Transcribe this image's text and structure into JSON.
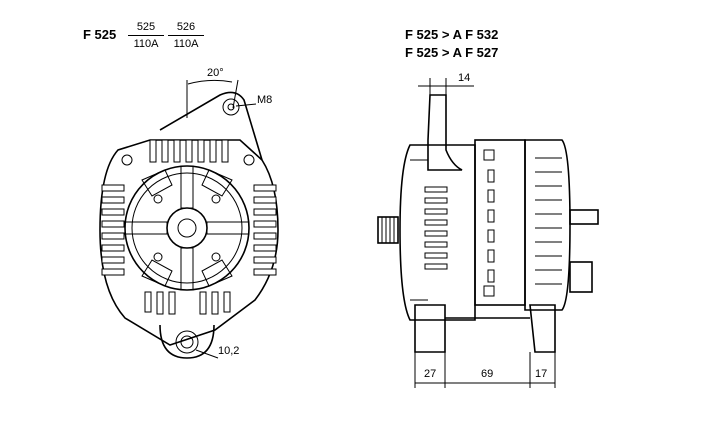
{
  "header": {
    "model": "F 525",
    "variants": [
      {
        "top": "525",
        "bottom": "110A"
      },
      {
        "top": "526",
        "bottom": "110A"
      }
    ],
    "compat_lines": [
      "F 525 > A F 532",
      "F 525 > A F 527"
    ]
  },
  "front_view": {
    "angle_label": "20°",
    "thread_label": "M8",
    "hole_label": "10,2"
  },
  "side_view": {
    "top_dim": "14",
    "bottom_dims": [
      "27",
      "69",
      "17"
    ]
  }
}
